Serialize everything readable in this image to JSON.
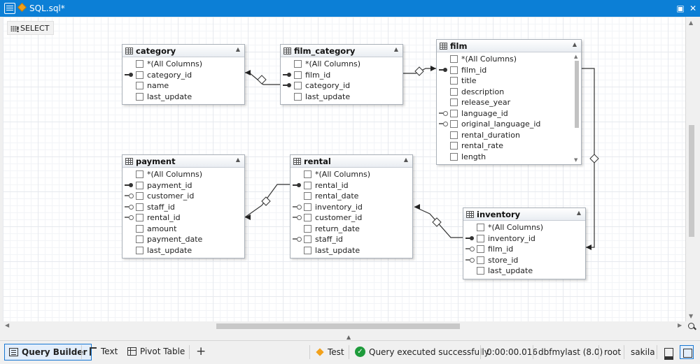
{
  "window": {
    "title": "SQL.sql*",
    "doc_icon": "document-icon",
    "file_icon": "sql-file-icon",
    "restore_glyph": "▣",
    "close_glyph": "✕"
  },
  "canvas": {
    "select_label": "SELECT"
  },
  "tables": [
    {
      "id": "category",
      "name": "category",
      "scroll": false,
      "columns": [
        {
          "name": "*(All Columns)",
          "key": ""
        },
        {
          "name": "category_id",
          "key": "pk"
        },
        {
          "name": "name",
          "key": ""
        },
        {
          "name": "last_update",
          "key": ""
        }
      ]
    },
    {
      "id": "film_category",
      "name": "film_category",
      "scroll": false,
      "columns": [
        {
          "name": "*(All Columns)",
          "key": ""
        },
        {
          "name": "film_id",
          "key": "pk"
        },
        {
          "name": "category_id",
          "key": "pk"
        },
        {
          "name": "last_update",
          "key": ""
        }
      ]
    },
    {
      "id": "film",
      "name": "film",
      "scroll": true,
      "columns": [
        {
          "name": "*(All Columns)",
          "key": ""
        },
        {
          "name": "film_id",
          "key": "pk"
        },
        {
          "name": "title",
          "key": ""
        },
        {
          "name": "description",
          "key": ""
        },
        {
          "name": "release_year",
          "key": ""
        },
        {
          "name": "language_id",
          "key": "fk"
        },
        {
          "name": "original_language_id",
          "key": "fk"
        },
        {
          "name": "rental_duration",
          "key": ""
        },
        {
          "name": "rental_rate",
          "key": ""
        },
        {
          "name": "length",
          "key": ""
        }
      ]
    },
    {
      "id": "payment",
      "name": "payment",
      "scroll": false,
      "columns": [
        {
          "name": "*(All Columns)",
          "key": ""
        },
        {
          "name": "payment_id",
          "key": "pk"
        },
        {
          "name": "customer_id",
          "key": "fk"
        },
        {
          "name": "staff_id",
          "key": "fk"
        },
        {
          "name": "rental_id",
          "key": "fk"
        },
        {
          "name": "amount",
          "key": ""
        },
        {
          "name": "payment_date",
          "key": ""
        },
        {
          "name": "last_update",
          "key": ""
        }
      ]
    },
    {
      "id": "rental",
      "name": "rental",
      "scroll": false,
      "columns": [
        {
          "name": "*(All Columns)",
          "key": ""
        },
        {
          "name": "rental_id",
          "key": "pk"
        },
        {
          "name": "rental_date",
          "key": ""
        },
        {
          "name": "inventory_id",
          "key": "fk"
        },
        {
          "name": "customer_id",
          "key": "fk"
        },
        {
          "name": "return_date",
          "key": ""
        },
        {
          "name": "staff_id",
          "key": "fk"
        },
        {
          "name": "last_update",
          "key": ""
        }
      ]
    },
    {
      "id": "inventory",
      "name": "inventory",
      "scroll": false,
      "columns": [
        {
          "name": "*(All Columns)",
          "key": ""
        },
        {
          "name": "inventory_id",
          "key": "pk"
        },
        {
          "name": "film_id",
          "key": "fk"
        },
        {
          "name": "store_id",
          "key": "fk"
        },
        {
          "name": "last_update",
          "key": ""
        }
      ]
    }
  ],
  "relations": [
    {
      "from": "film_category",
      "to": "category"
    },
    {
      "from": "film_category",
      "to": "film"
    },
    {
      "from": "film",
      "to": "inventory"
    },
    {
      "from": "inventory",
      "to": "rental"
    },
    {
      "from": "rental",
      "to": "payment"
    }
  ],
  "bottom": {
    "tabs": [
      {
        "label": "Query Builder",
        "icon": "query-builder-icon",
        "active": true
      },
      {
        "label": "Text",
        "icon": "text-icon",
        "active": false
      },
      {
        "label": "Pivot Table",
        "icon": "pivot-table-icon",
        "active": false
      }
    ],
    "add_tab_glyph": "+",
    "test_label": "Test",
    "status_message": "Query executed successfully.",
    "elapsed": "0:00:00.016",
    "connection": "dbfmylast (8.0)",
    "user": "root",
    "database": "sakila"
  }
}
